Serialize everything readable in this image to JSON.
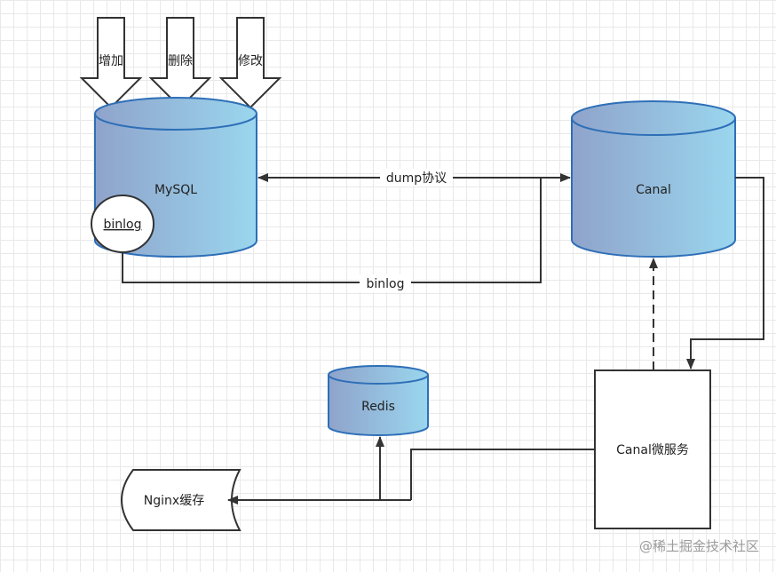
{
  "colors": {
    "cylinder_fill_left": "#8fa3cb",
    "cylinder_fill_right": "#9ad6ee",
    "cylinder_stroke": "#2e6fb7",
    "line": "#333333"
  },
  "nodes": {
    "op_add": "增加",
    "op_delete": "删除",
    "op_modify": "修改",
    "mysql": "MySQL",
    "binlog_badge": "binlog",
    "canal": "Canal",
    "redis": "Redis",
    "nginx": "Nginx缓存",
    "canal_service": "Canal微服务"
  },
  "edges": {
    "dump_protocol": "dump协议",
    "binlog_flow": "binlog"
  },
  "watermark": "@稀土掘金技术社区"
}
